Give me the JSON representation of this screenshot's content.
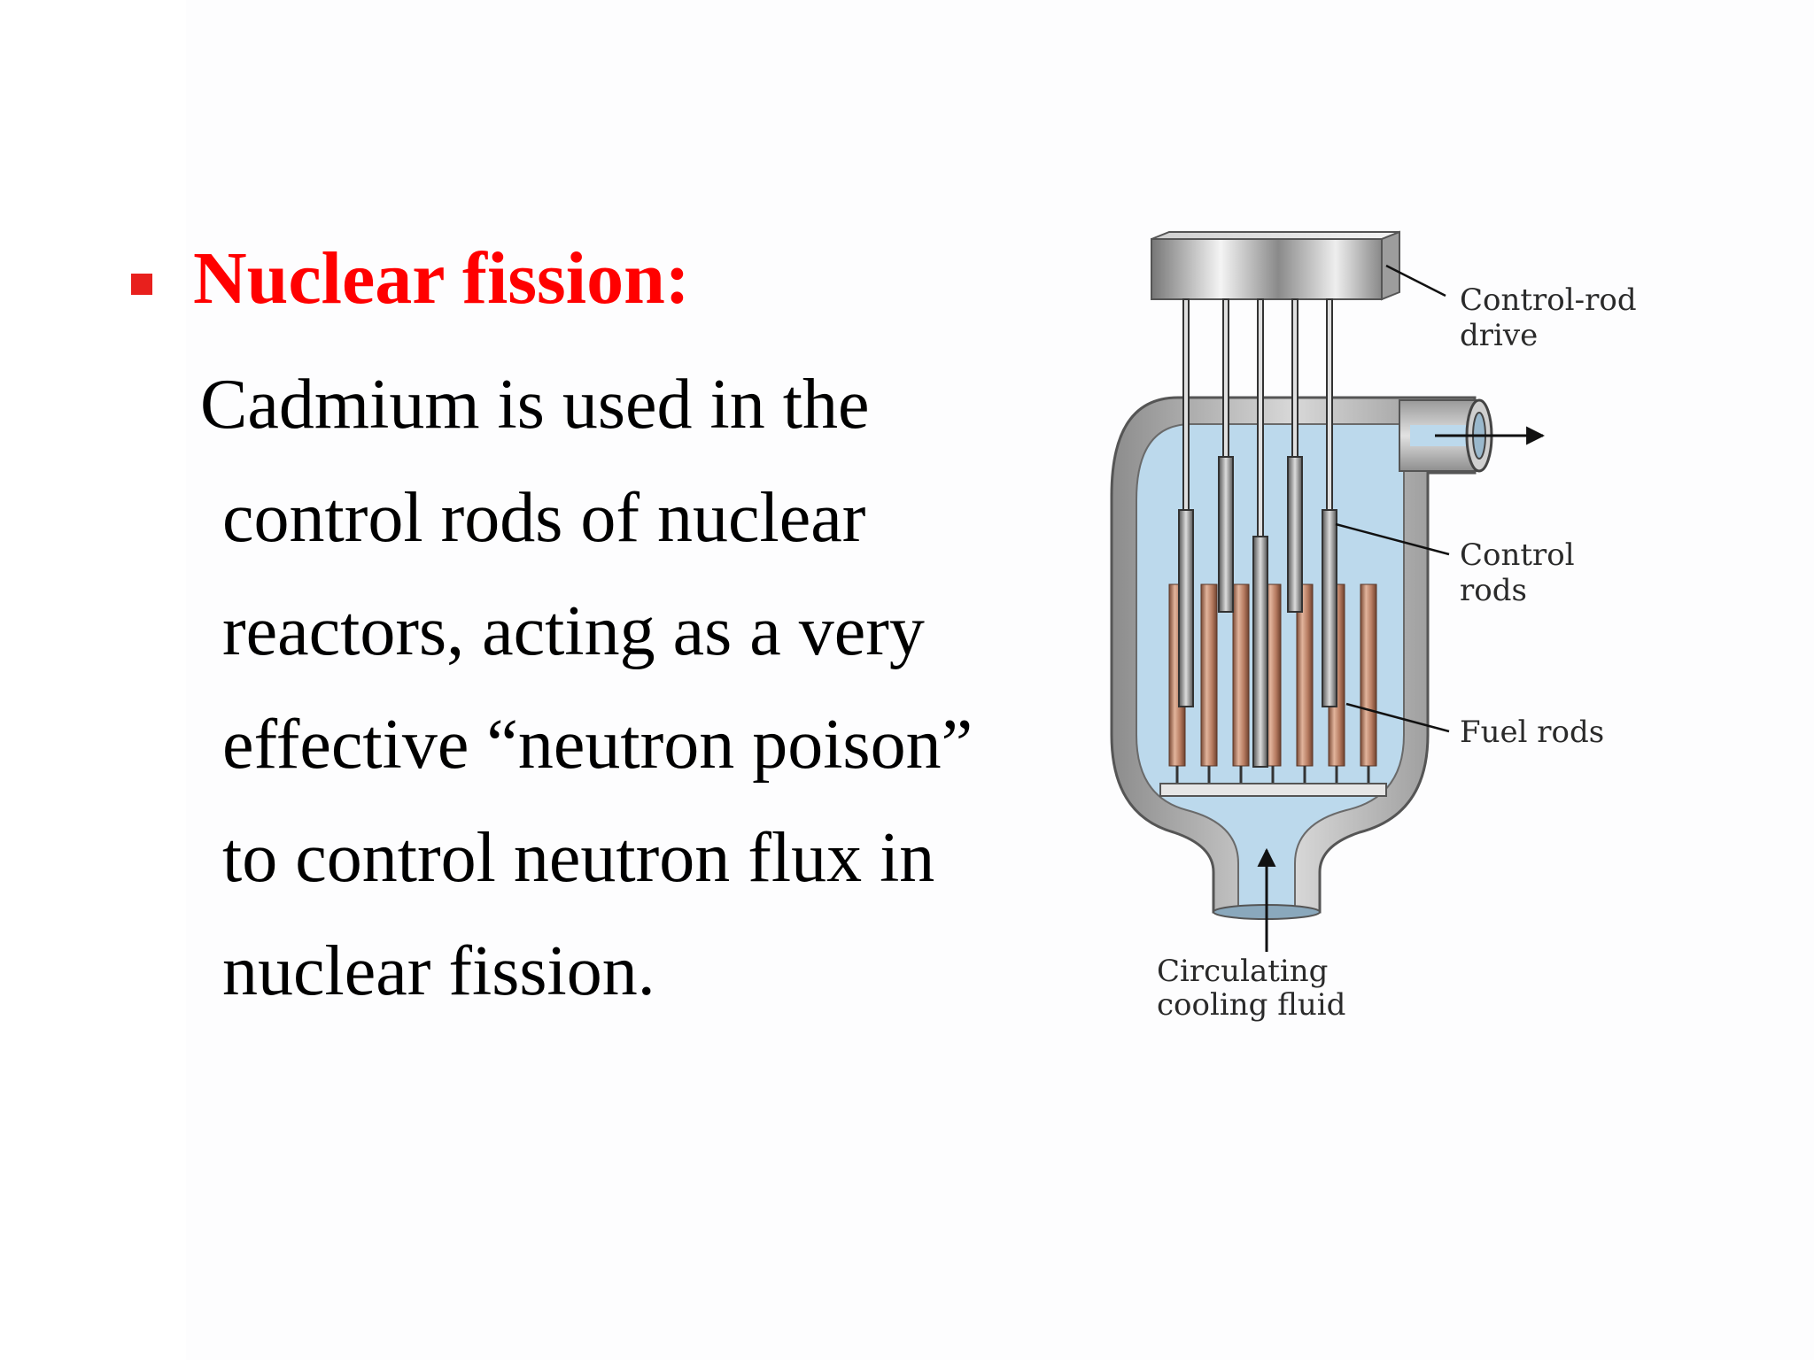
{
  "heading": "Nuclear fission:",
  "body_lines": [
    "Cadmium is used in the",
    "control rods of nuclear",
    "reactors, acting as a very",
    "effective “neutron poison”",
    "to control neutron flux in",
    "nuclear fission."
  ],
  "diagram": {
    "labels": {
      "control_rod_drive": [
        "Control-rod",
        "drive"
      ],
      "control_rods": [
        "Control",
        "rods"
      ],
      "fuel_rods": [
        "Fuel rods"
      ],
      "cooling_fluid": [
        "Circulating",
        "cooling fluid"
      ]
    }
  },
  "colors": {
    "heading": "#ff0000",
    "bullet": "#e8201d",
    "coolant": "#bcd9ec",
    "fuel_rod": "#c98f72",
    "vessel": "#9a9a9a"
  }
}
